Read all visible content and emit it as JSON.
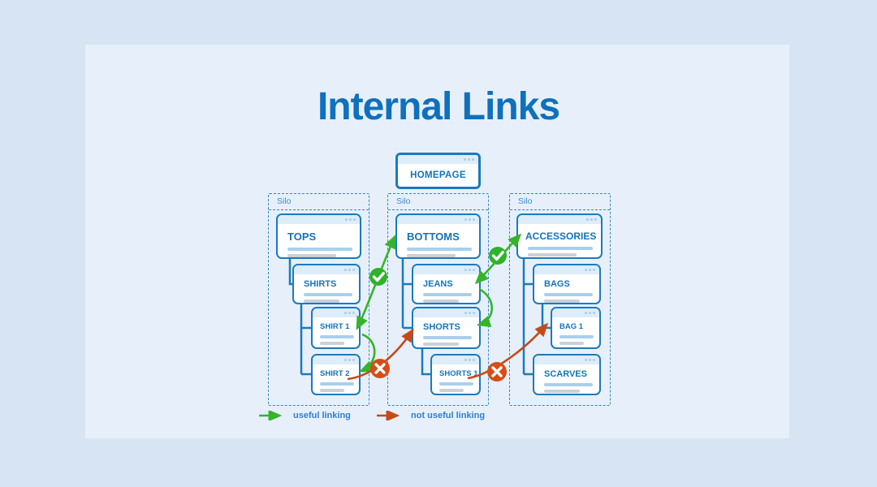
{
  "title": "Internal Links",
  "homepage": {
    "label": "HOMEPAGE"
  },
  "silos": [
    {
      "label": "Silo",
      "cards": [
        {
          "label": "TOPS"
        },
        {
          "label": "SHIRTS"
        },
        {
          "label": "SHIRT 1"
        },
        {
          "label": "SHIRT 2"
        }
      ]
    },
    {
      "label": "Silo",
      "cards": [
        {
          "label": "BOTTOMS"
        },
        {
          "label": "JEANS"
        },
        {
          "label": "SHORTS"
        },
        {
          "label": "SHORTS 1"
        }
      ]
    },
    {
      "label": "Silo",
      "cards": [
        {
          "label": "ACCESSORIES"
        },
        {
          "label": "BAGS"
        },
        {
          "label": "BAG 1"
        },
        {
          "label": "SCARVES"
        }
      ]
    }
  ],
  "links": [
    {
      "type": "useful",
      "from": "BOTTOMS",
      "to": "SHIRT 1",
      "bidirectional": true
    },
    {
      "type": "useful",
      "from": "SHIRT 1",
      "to": "SHIRT 2",
      "bidirectional": false
    },
    {
      "type": "useful",
      "from": "ACCESSORIES",
      "to": "JEANS",
      "bidirectional": true
    },
    {
      "type": "useful",
      "from": "JEANS",
      "to": "SHORTS",
      "bidirectional": false
    },
    {
      "type": "not_useful",
      "from": "SHIRT 2",
      "to": "SHORTS",
      "bidirectional": false
    },
    {
      "type": "not_useful",
      "from": "SHORTS 1",
      "to": "BAG 1",
      "bidirectional": false
    }
  ],
  "legend": {
    "useful": "useful linking",
    "not_useful": "not useful linking"
  },
  "colors": {
    "background": "#d7e4f3",
    "panel": "#e7f0fa",
    "title_blue": "#0f70bd",
    "card_border": "#1b7abf",
    "card_header": "#ddedf9",
    "content_line_blue": "#a9cfec",
    "content_line_gray": "#cad1d8",
    "dashed_border": "#3187c7",
    "silo_label": "#3e8ccb",
    "useful_green": "#35b42b",
    "not_useful_red": "#c54a1a",
    "check_badge": "#2eb329",
    "cross_badge": "#d64d15",
    "legend_text": "#2e7fd2"
  }
}
